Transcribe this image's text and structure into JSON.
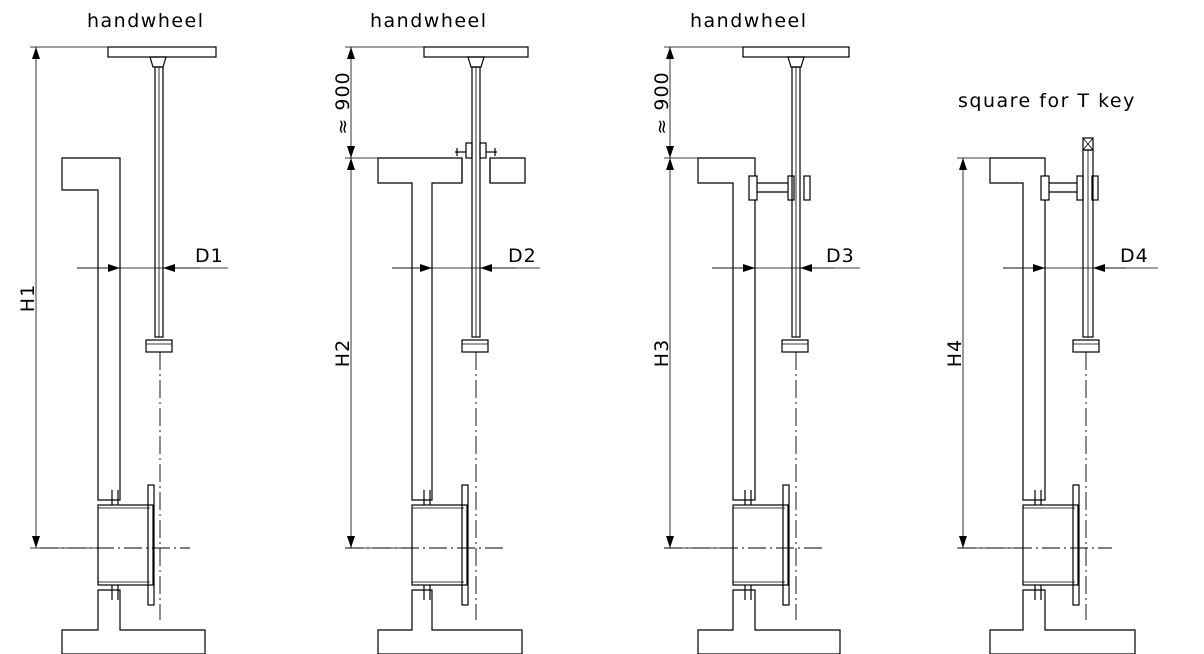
{
  "diagram": {
    "variants": [
      {
        "id": "1",
        "top_label": "handwheel",
        "height_label": "H1",
        "diameter_label": "D1",
        "gap_label": ""
      },
      {
        "id": "2",
        "top_label": "handwheel",
        "height_label": "H2",
        "diameter_label": "D2",
        "gap_label": "≈ 900"
      },
      {
        "id": "3",
        "top_label": "handwheel",
        "height_label": "H3",
        "diameter_label": "D3",
        "gap_label": "≈ 900"
      },
      {
        "id": "4",
        "top_label": "square for T key",
        "height_label": "H4",
        "diameter_label": "D4",
        "gap_label": ""
      }
    ]
  }
}
